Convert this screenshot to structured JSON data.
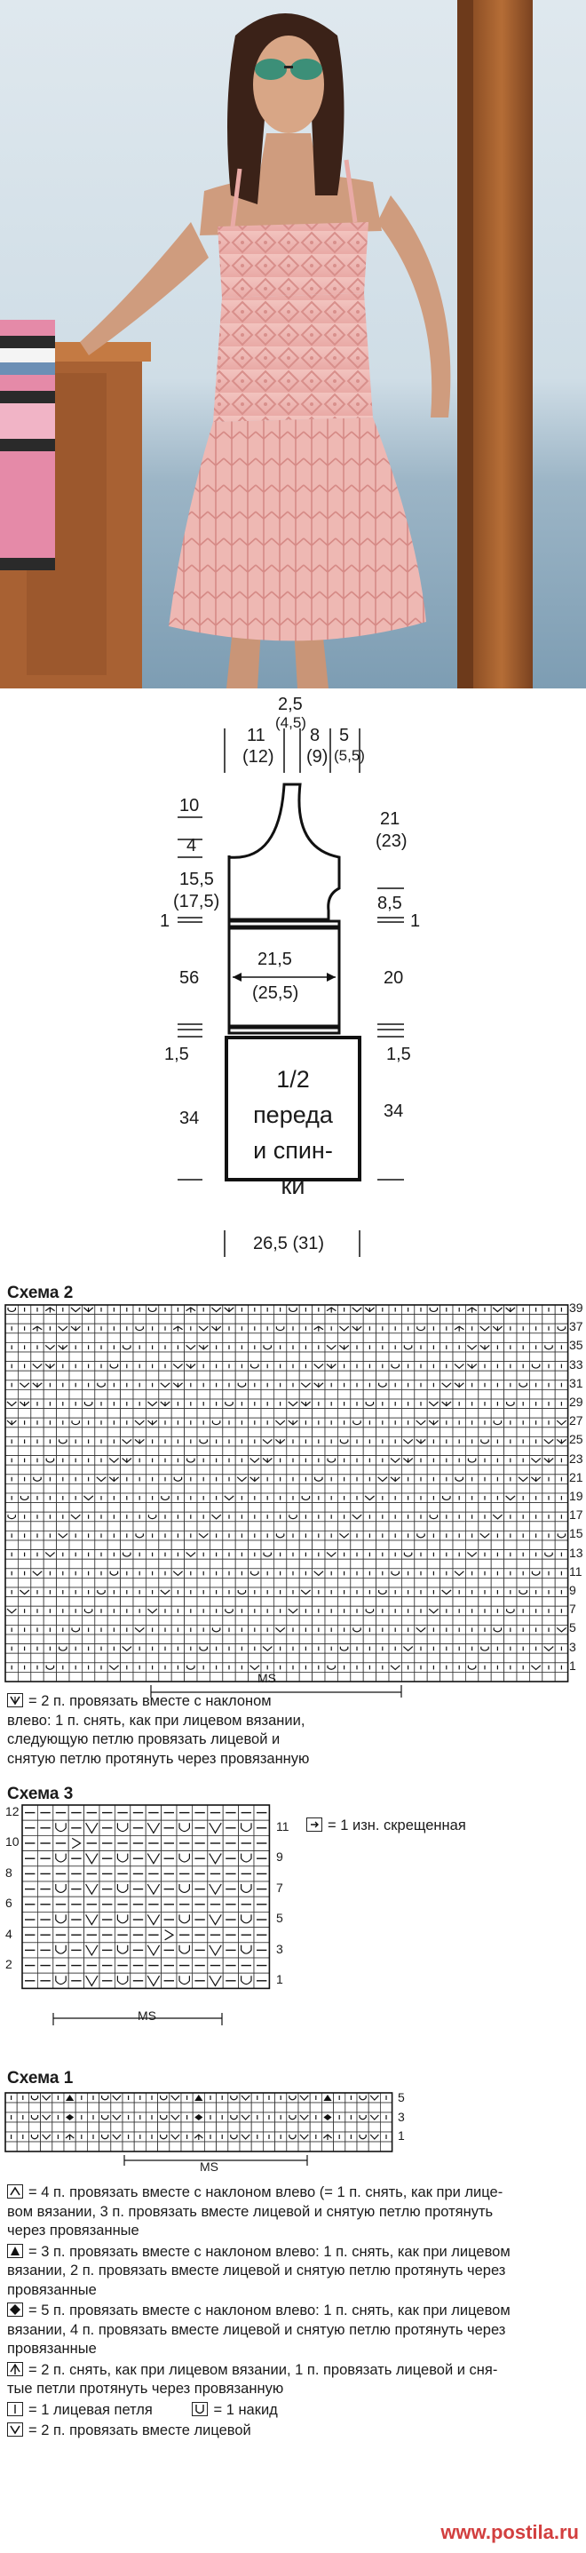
{
  "schematic": {
    "top_dims": [
      {
        "value": "11",
        "sub": "(12)"
      },
      {
        "value": "2,5",
        "sub": "(4,5)"
      },
      {
        "value": "8",
        "sub": "(9)"
      },
      {
        "value": "5",
        "sub": "(5,5)"
      }
    ],
    "left_dims": [
      {
        "value": "10"
      },
      {
        "value": "4"
      },
      {
        "value": "15,5",
        "sub": "(17,5)"
      },
      {
        "value": "1"
      },
      {
        "value": "56"
      },
      {
        "value": "1,5"
      },
      {
        "value": "34"
      }
    ],
    "right_dims": [
      {
        "value": "21",
        "sub": "(23)"
      },
      {
        "value": "8,5"
      },
      {
        "value": "1"
      },
      {
        "value": "20"
      },
      {
        "value": "1,5"
      },
      {
        "value": "34"
      }
    ],
    "inner_width": {
      "value": "21,5",
      "sub": "(25,5)"
    },
    "bottom_width": "26,5  (31)",
    "piece_label": [
      "1/2",
      "переда",
      "и спин-",
      "ки"
    ]
  },
  "scheme2": {
    "title": "Схема 2",
    "row_numbers": [
      "39",
      "37",
      "35",
      "33",
      "31",
      "29",
      "27",
      "25",
      "23",
      "21",
      "19",
      "17",
      "15",
      "13",
      "11",
      "9",
      "7",
      "5",
      "3",
      "1"
    ],
    "ms_label": "MS",
    "legend": [
      "= 2 п. провязать вместе с наклоном",
      "влево: 1 п. снять, как при лицевом вязании,",
      "следующую петлю провязать лицевой и",
      "снятую петлю протянуть через провязанную"
    ]
  },
  "scheme3": {
    "title": "Схема 3",
    "left_numbers": [
      "12",
      "10",
      "8",
      "6",
      "4",
      "2"
    ],
    "right_numbers": [
      "11",
      "9",
      "7",
      "5",
      "3",
      "1"
    ],
    "ms_label": "MS",
    "legend": "= 1 изн. скрещенная"
  },
  "scheme1": {
    "title": "Схема 1",
    "row_numbers": [
      "5",
      "3",
      "1"
    ],
    "ms_label": "MS",
    "legend": [
      {
        "lines": [
          "= 4 п. провязать вместе с наклоном влево (= 1 п. снять, как при лице-",
          "вом вязании, 3 п. провязать вместе лицевой и снятую петлю протянуть",
          "через провязанные"
        ]
      },
      {
        "lines": [
          "= 3 п. провязать вместе с наклоном влево: 1 п. снять, как при лицевом",
          "вязании, 2 п. провязать вместе лицевой и снятую петлю протянуть через",
          "провязанные"
        ]
      },
      {
        "lines": [
          "= 5 п. провязать вместе с наклоном влево: 1 п. снять, как при лицевом",
          "вязании, 4 п. провязать вместе лицевой и снятую петлю протянуть через",
          "провязанные"
        ]
      },
      {
        "lines": [
          "= 2 п. снять, как при лицевом вязании, 1 п. провязать лицевой и сня-",
          "тые петли протянуть через провязанную"
        ]
      },
      {
        "lines": [
          "= 1 лицевая петля"
        ],
        "extra": "= 1 накид"
      },
      {
        "lines": [
          "= 2 п. провязать вместе лицевой"
        ]
      }
    ]
  },
  "watermark": "www.postila.ru"
}
